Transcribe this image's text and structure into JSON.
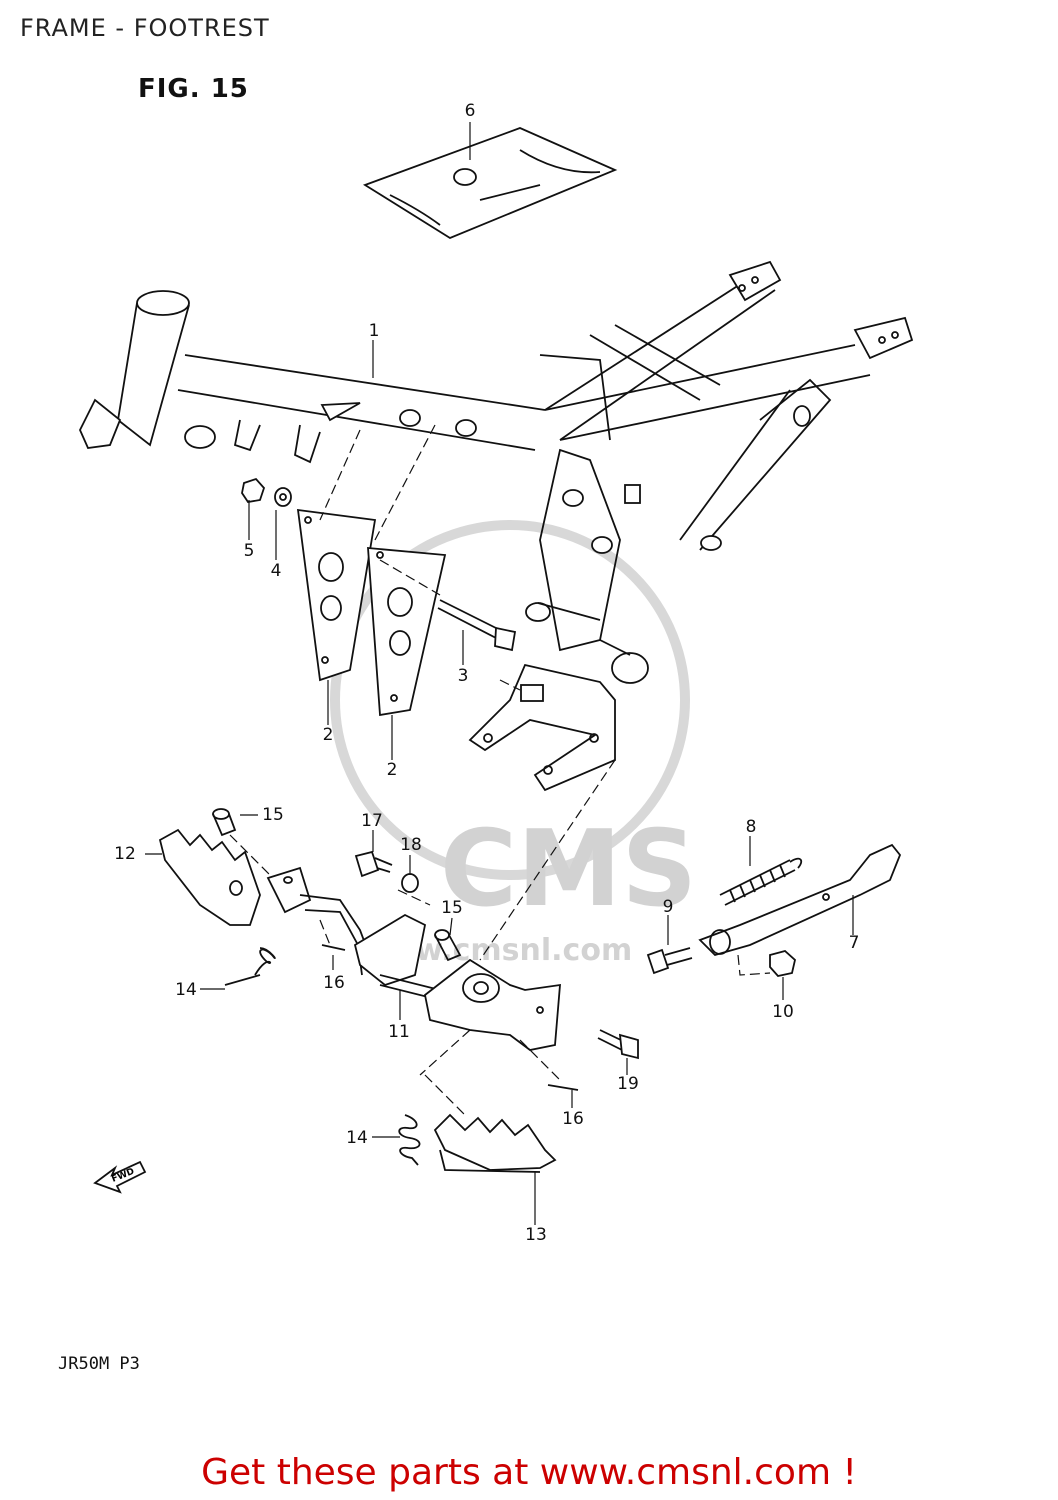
{
  "header": {
    "title": "FRAME - FOOTREST"
  },
  "figure": {
    "label": "FIG. 15",
    "code": "JR50M P3"
  },
  "watermark": {
    "text": "CMS",
    "url": "www.cmsnl.com"
  },
  "arrow": {
    "text": "FWD"
  },
  "footer": {
    "link_text": "Get these parts at www.cmsnl.com !",
    "color": "#cc0000"
  },
  "callouts": {
    "c1": "1",
    "c2a": "2",
    "c2b": "2",
    "c3": "3",
    "c4": "4",
    "c5": "5",
    "c6": "6",
    "c7": "7",
    "c8": "8",
    "c9": "9",
    "c10": "10",
    "c11": "11",
    "c12": "12",
    "c13": "13",
    "c14a": "14",
    "c14b": "14",
    "c15a": "15",
    "c15b": "15",
    "c16a": "16",
    "c16b": "16",
    "c17": "17",
    "c18": "18",
    "c19": "19"
  }
}
